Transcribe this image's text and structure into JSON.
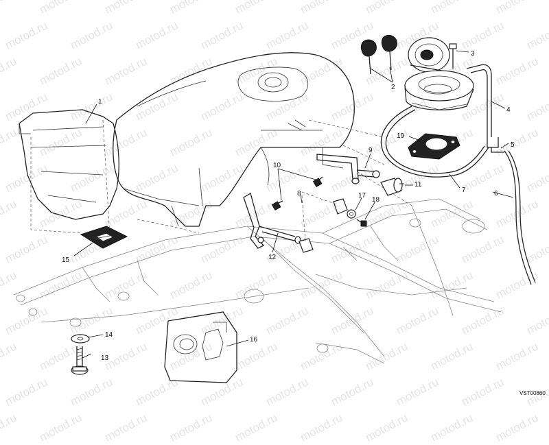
{
  "watermark": "motod.ru",
  "drawing_code": "VST00860",
  "callouts": [
    "1",
    "2",
    "3",
    "4",
    "5",
    "6",
    "7",
    "8",
    "9",
    "10",
    "11",
    "12",
    "13",
    "14",
    "15",
    "16",
    "17",
    "18",
    "19"
  ]
}
